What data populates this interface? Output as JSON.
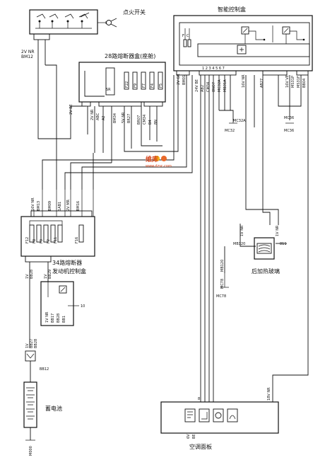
{
  "components": {
    "ignition_switch": {
      "label": "点火开关"
    },
    "smart_control_box": {
      "label": "智能控制盒"
    },
    "fuse_box_28": {
      "label": "28路熔断器盒(座舱)"
    },
    "fuse_box_34": {
      "label_line1": "34路熔断器",
      "label_line2": "发动机控制盒"
    },
    "rear_defrost": {
      "label": "后加热玻璃"
    },
    "battery": {
      "label": "蓄电池"
    },
    "ac_panel": {
      "label": "空调面板"
    }
  },
  "wire_labels": {
    "ign_conn": "2V NR",
    "ign_bm": "BM12",
    "sc_col1": "2V GR",
    "sc_col1b": "BM01",
    "sc_col2": "24V BE",
    "sc_col3": "AB2",
    "sc_col4": "CM34",
    "sc_col5": "8NO7",
    "sc_col6": "MC32A",
    "sc_col7": "MB31A",
    "sc_col8": "16V NR",
    "sc_col9": "AB27",
    "sc_col10": "16V VE",
    "sc_col11": "MS31P",
    "sc_col12": "MS31F",
    "sc_col13": "BB04",
    "sc_pins": "1 2 3 4 5 6 7",
    "f_pin1": "F",
    "f_pin2": "C",
    "fb28_conn": "2V BE",
    "fb28_sr": "SR",
    "fb28_f": [
      "F22",
      "F9",
      "F7",
      "F4",
      "F5"
    ],
    "fb28_w1": "2V NR",
    "fb28_w2": "BM34",
    "fb28_w3": "5V NR",
    "fb28_w4": "BR27",
    "fb28_w5": "BR07",
    "fb28_w6": "CM34",
    "fb28_w7": "ABC",
    "fb28_w8": "A2",
    "fb28_w9": "B4",
    "fb28_w10": "8N",
    "mc32": "MC32",
    "mc32a": "MC32A",
    "mc36": "MC36",
    "mc36b": "MC36",
    "fb34_top": [
      "16V NR",
      "BM13",
      "BM09",
      "1AB1",
      "2V MR",
      "BM16"
    ],
    "fb34_f": [
      "F12",
      "F8",
      "F9",
      "F2",
      "F11",
      "F16"
    ],
    "fb34_bot1": "1V",
    "fb34_bot2": "BB28",
    "fb34_bot3": "1V",
    "fb34_bot4": "BB29",
    "relay_lbl1": "1V NR",
    "relay_lbl2": "BB17",
    "relay_lbl3": "BB28",
    "relay_lbl4": "BB1",
    "relay_num": "10",
    "bat_wire1": "1V",
    "bat_wire2": "BB27",
    "bat_wire3": "BB28",
    "bat_conn": "BB12",
    "ground": "M000",
    "defrost_m": "MB120",
    "defrost_pin": "811",
    "defrost_w1": "1V NR",
    "defrost_w2": "1V NR",
    "mc78": "MC78",
    "mc78b": "MC78",
    "mb120": "MB120",
    "ac_top": "18V NR",
    "ac_pin": "8",
    "ac_w1": "6V",
    "ac_w2": "BE"
  },
  "watermark": {
    "text": "维库",
    "url": "www.dzsc.com"
  }
}
